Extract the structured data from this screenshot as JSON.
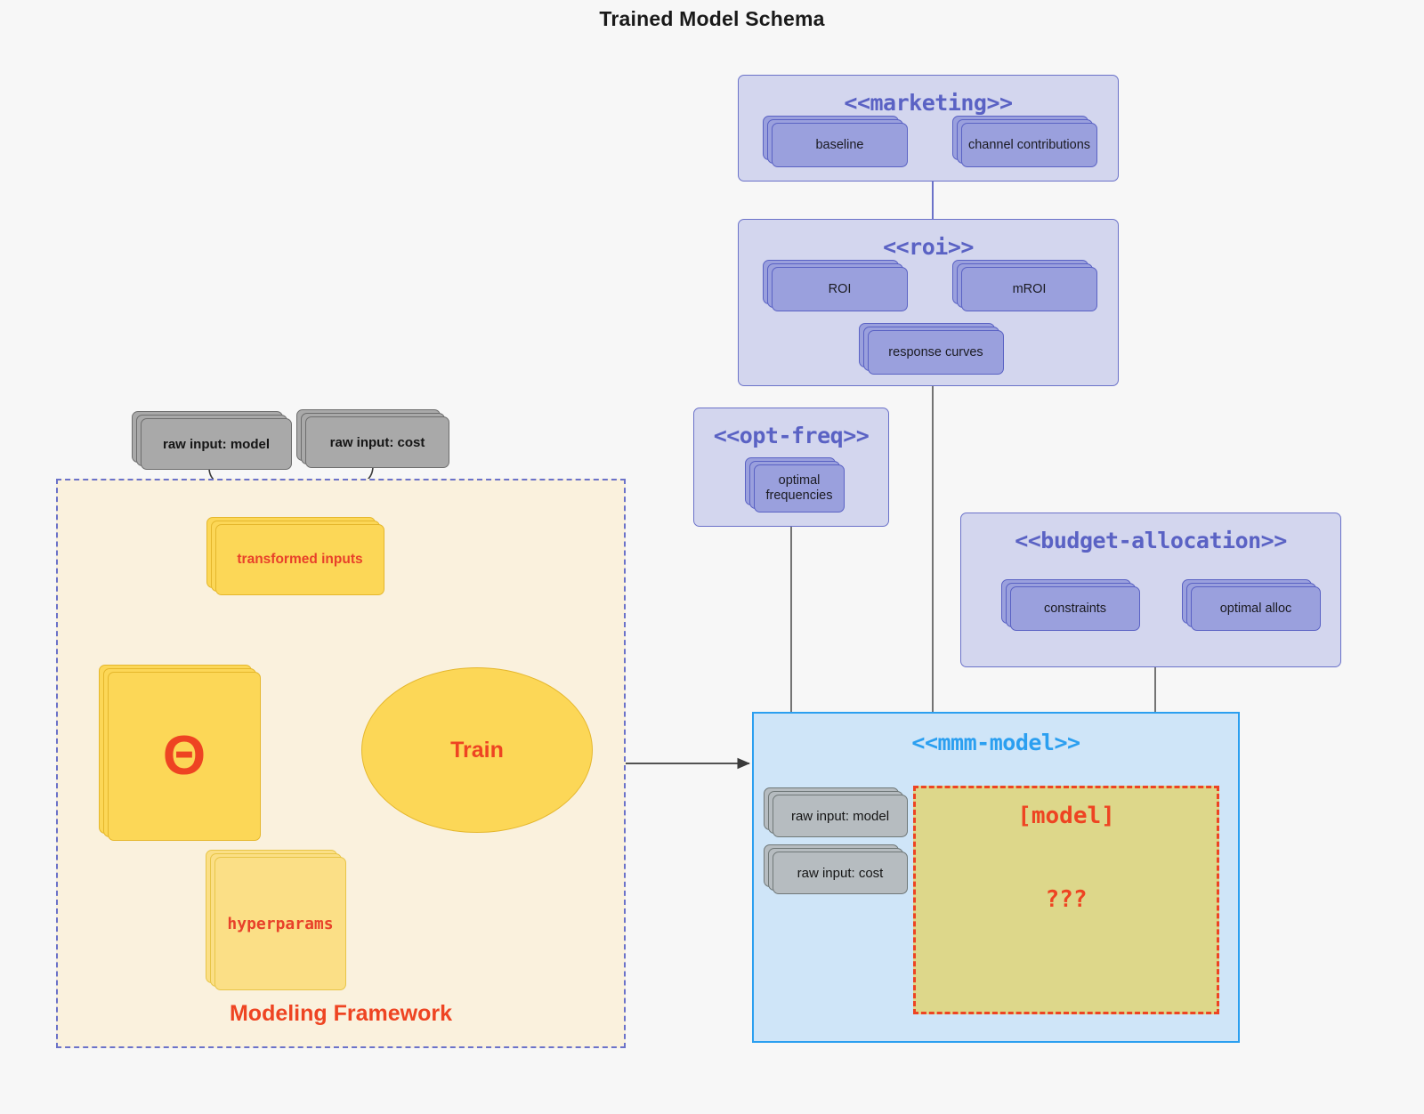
{
  "title": "Trained Model Schema",
  "colors": {
    "page_bg": "#f7f7f7",
    "package_fill": "#d3d6ee",
    "package_border": "#6b72c9",
    "package_title": "#5a62c4",
    "node_purple": "#9aa0dd",
    "node_gray": "#a9a9a9",
    "node_yellow": "#fcd757",
    "accent_red": "#ee4422",
    "mmm_fill": "#cfe5f8",
    "mmm_border": "#2b9ff0",
    "model_fill": "#ddd78a",
    "framework_fill": "#faf1dd"
  },
  "packages": {
    "marketing": {
      "title": "<<marketing>>",
      "nodes": [
        {
          "label": "baseline"
        },
        {
          "label": "channel contributions"
        }
      ]
    },
    "roi": {
      "title": "<<roi>>",
      "nodes": [
        {
          "label": "ROI"
        },
        {
          "label": "mROI"
        },
        {
          "label": "response curves"
        }
      ]
    },
    "opt_freq": {
      "title": "<<opt-freq>>",
      "nodes": [
        {
          "label": "optimal\nfrequencies"
        }
      ]
    },
    "budget_allocation": {
      "title": "<<budget-allocation>>",
      "nodes": [
        {
          "label": "constraints"
        },
        {
          "label": "optimal alloc"
        }
      ]
    },
    "mmm_model": {
      "title": "<<mmm-model>>",
      "nodes": [
        {
          "label": "raw input: model"
        },
        {
          "label": "raw input: cost"
        }
      ],
      "model_box": {
        "title": "[model]",
        "body": "???"
      }
    }
  },
  "inputs": {
    "raw_model": "raw input: model",
    "raw_cost": "raw input: cost"
  },
  "framework": {
    "label": "Modeling Framework",
    "transformed_inputs": "transformed inputs",
    "theta": "Θ",
    "hyperparams": "hyperparams",
    "train": "Train"
  }
}
